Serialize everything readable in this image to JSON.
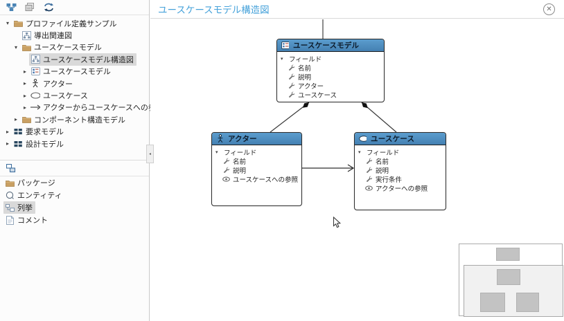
{
  "main": {
    "title": "ユースケースモデル構造図",
    "close_icon": "circled-x"
  },
  "sidebar": {
    "toolbar": {
      "icons": [
        "structure-diagram-icon",
        "copy-icon",
        "sync-profile-icon"
      ]
    },
    "tree": {
      "items": [
        {
          "label": "プロファイル定義サンプル",
          "icon": "folder",
          "expander": "open",
          "selected": false
        },
        {
          "label": "導出関連図",
          "icon": "diagram",
          "expander": "none",
          "selected": false
        },
        {
          "label": "ユースケースモデル",
          "icon": "folder",
          "expander": "open",
          "selected": false
        },
        {
          "label": "ユースケースモデル構造図",
          "icon": "diagram",
          "expander": "none",
          "selected": true
        },
        {
          "label": "ユースケースモデル",
          "icon": "model",
          "expander": "closed",
          "selected": false
        },
        {
          "label": "アクター",
          "icon": "actor",
          "expander": "closed",
          "selected": false
        },
        {
          "label": "ユースケース",
          "icon": "usecase-ellipse",
          "expander": "closed",
          "selected": false
        },
        {
          "label": "アクターからユースケースへの参照",
          "icon": "arrow-right",
          "expander": "closed",
          "selected": false
        },
        {
          "label": "コンポーネント構造モデル",
          "icon": "folder",
          "expander": "closed",
          "selected": false
        },
        {
          "label": "要求モデル",
          "icon": "model-grid",
          "expander": "closed",
          "selected": false
        },
        {
          "label": "設計モデル",
          "icon": "model-grid",
          "expander": "closed",
          "selected": false
        }
      ]
    },
    "palette": {
      "toolbar_icon": "hierarchy-icon",
      "items": [
        {
          "label": "パッケージ",
          "icon": "folder",
          "selected": false
        },
        {
          "label": "エンティティ",
          "icon": "entity-circle",
          "selected": false
        },
        {
          "label": "列挙",
          "icon": "enum",
          "selected": true
        },
        {
          "label": "コメント",
          "icon": "note",
          "selected": false
        }
      ]
    }
  },
  "diagram": {
    "nodes": [
      {
        "title": "ユースケースモデル",
        "icon": "model",
        "items": [
          {
            "label": "フィールド",
            "icon": "expander-open"
          },
          {
            "label": "名前",
            "icon": "wrench"
          },
          {
            "label": "説明",
            "icon": "wrench"
          },
          {
            "label": "アクター",
            "icon": "wrench"
          },
          {
            "label": "ユースケース",
            "icon": "wrench"
          }
        ]
      },
      {
        "title": "アクター",
        "icon": "actor",
        "items": [
          {
            "label": "フィールド",
            "icon": "expander-open"
          },
          {
            "label": "名前",
            "icon": "wrench"
          },
          {
            "label": "説明",
            "icon": "wrench"
          },
          {
            "label": "ユースケースへの参照",
            "icon": "eye-reference"
          }
        ]
      },
      {
        "title": "ユースケース",
        "icon": "usecase-ellipse",
        "items": [
          {
            "label": "フィールド",
            "icon": "expander-open"
          },
          {
            "label": "名前",
            "icon": "wrench"
          },
          {
            "label": "説明",
            "icon": "wrench"
          },
          {
            "label": "実行条件",
            "icon": "wrench"
          },
          {
            "label": "アクターへの参照",
            "icon": "eye-reference"
          }
        ]
      }
    ],
    "connectors": [
      {
        "type": "composition",
        "from": "ユースケースモデル",
        "to": "アクター"
      },
      {
        "type": "composition",
        "from": "ユースケースモデル",
        "to": "ユースケース"
      },
      {
        "type": "directed-association",
        "from": "アクター",
        "to": "ユースケース"
      }
    ],
    "colors": {
      "node_header": "#4e8fc0",
      "title_text": "#46a2da",
      "selection_bg": "#d9d9d9",
      "minimap_node": "#c3c3c3",
      "minimap_viewport": "#f1f1f1"
    }
  }
}
